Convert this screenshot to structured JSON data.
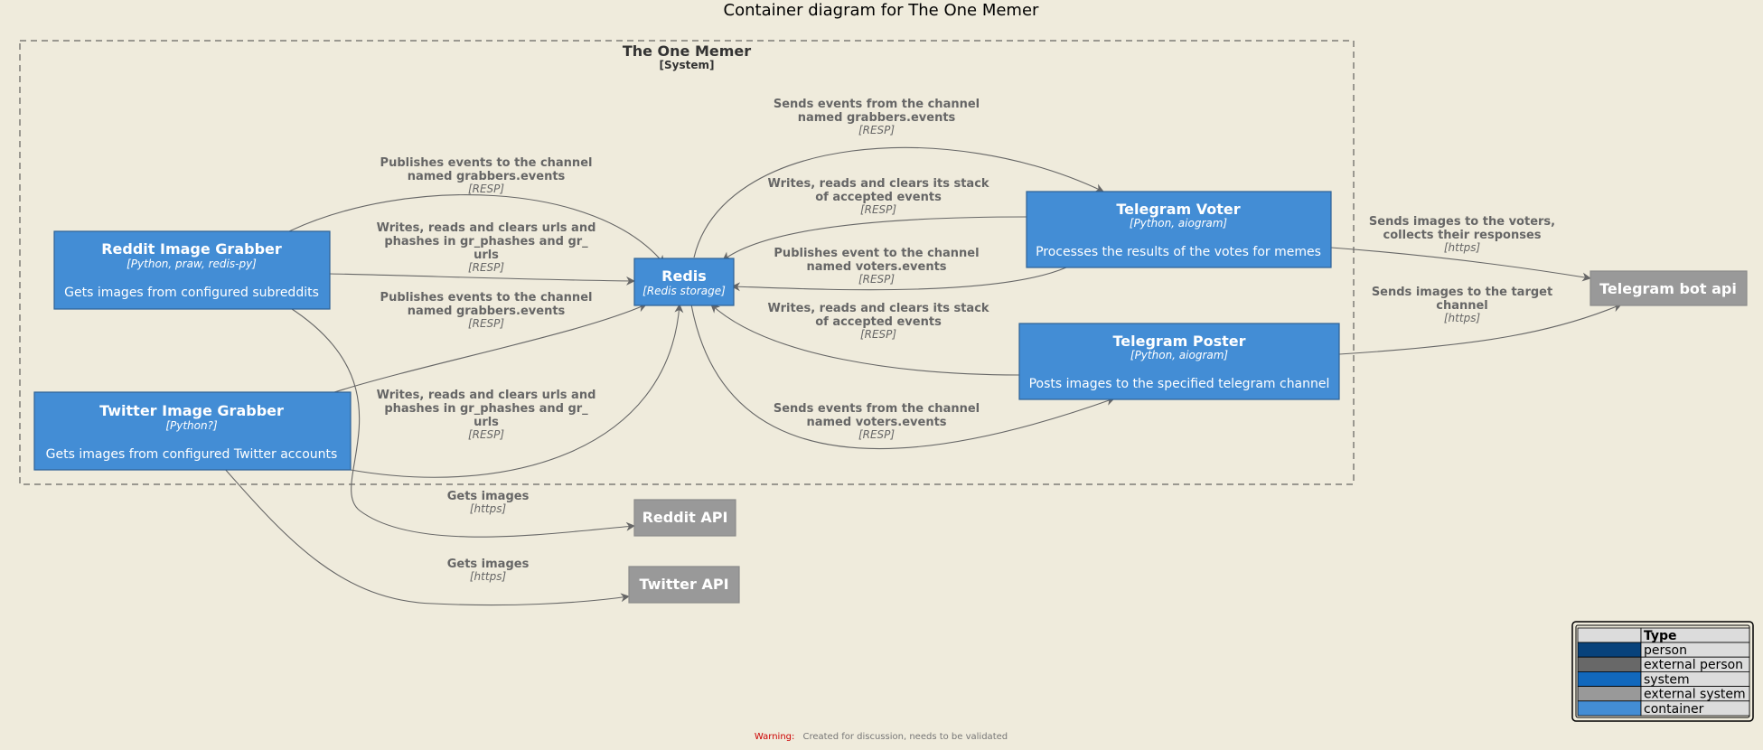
{
  "title": "Container diagram for The One Memer",
  "system": {
    "name": "The One Memer",
    "type": "[System]"
  },
  "nodes": {
    "reddit_grabber": {
      "name": "Reddit Image Grabber",
      "tech": "[Python, praw, redis-py]",
      "desc": "Gets images from configured subreddits"
    },
    "twitter_grabber": {
      "name": "Twitter Image Grabber",
      "tech": "[Python?]",
      "desc": "Gets images from configured Twitter accounts"
    },
    "redis": {
      "name": "Redis",
      "tech": "[Redis storage]"
    },
    "telegram_voter": {
      "name": "Telegram Voter",
      "tech": "[Python, aiogram]",
      "desc": "Processes the results of the votes for memes"
    },
    "telegram_poster": {
      "name": "Telegram Poster",
      "tech": "[Python, aiogram]",
      "desc": "Posts images to the specified telegram channel"
    },
    "reddit_api": {
      "name": "Reddit API"
    },
    "twitter_api": {
      "name": "Twitter API"
    },
    "telegram_bot_api": {
      "name": "Telegram bot api"
    }
  },
  "edges": {
    "e1": {
      "lines": [
        "Publishes events to the channel",
        "named grabbers.events"
      ],
      "tech": "[RESP]"
    },
    "e2": {
      "lines": [
        "Writes, reads and clears urls and",
        "phashes in gr_phashes and gr_",
        "urls"
      ],
      "tech": "[RESP]"
    },
    "e3": {
      "lines": [
        "Publishes events to the channel",
        "named grabbers.events"
      ],
      "tech": "[RESP]"
    },
    "e4": {
      "lines": [
        "Writes, reads and clears urls and",
        "phashes in gr_phashes and gr_",
        "urls"
      ],
      "tech": "[RESP]"
    },
    "e5": {
      "lines": [
        "Sends events from the channel",
        "named grabbers.events"
      ],
      "tech": "[RESP]"
    },
    "e6": {
      "lines": [
        "Writes, reads and clears its stack",
        "of accepted events"
      ],
      "tech": "[RESP]"
    },
    "e7": {
      "lines": [
        "Publishes event to the channel",
        "named voters.events"
      ],
      "tech": "[RESP]"
    },
    "e8": {
      "lines": [
        "Writes, reads and clears its stack",
        "of accepted events"
      ],
      "tech": "[RESP]"
    },
    "e9": {
      "lines": [
        "Sends events from the channel",
        "named voters.events"
      ],
      "tech": "[RESP]"
    },
    "e10": {
      "lines": [
        "Sends images to the voters,",
        "collects their responses"
      ],
      "tech": "[https]"
    },
    "e11": {
      "lines": [
        "Sends images to the target",
        "channel"
      ],
      "tech": "[https]"
    },
    "e12": {
      "lines": [
        "Gets images"
      ],
      "tech": "[https]"
    },
    "e13": {
      "lines": [
        "Gets images"
      ],
      "tech": "[https]"
    }
  },
  "legend": {
    "header": "Type",
    "items": [
      {
        "label": "person",
        "color": "#08427b"
      },
      {
        "label": "external person",
        "color": "#686868"
      },
      {
        "label": "system",
        "color": "#1168bd"
      },
      {
        "label": "external system",
        "color": "#999999"
      },
      {
        "label": "container",
        "color": "#438dd5"
      }
    ]
  },
  "footer": {
    "warning": "Warning:",
    "note": "Created for discussion, needs to be validated"
  }
}
